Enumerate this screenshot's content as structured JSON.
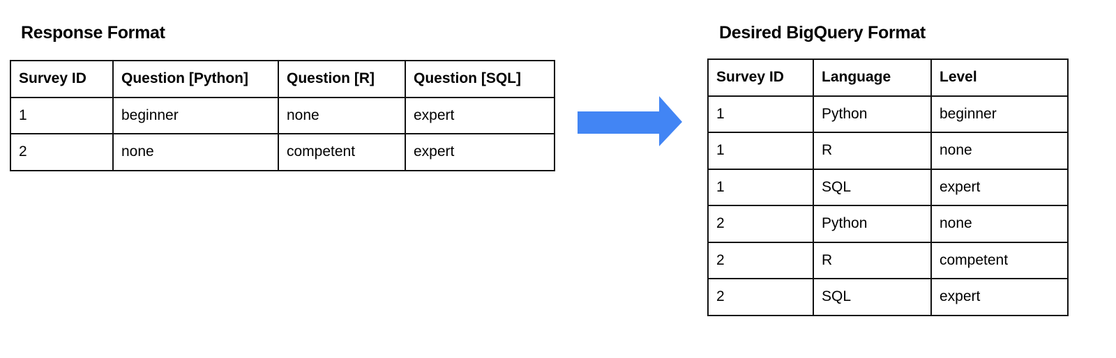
{
  "left": {
    "title": "Response Format",
    "headers": [
      "Survey ID",
      "Question [Python]",
      "Question [R]",
      "Question [SQL]"
    ],
    "rows": [
      [
        "1",
        "beginner",
        "none",
        "expert"
      ],
      [
        "2",
        "none",
        "competent",
        "expert"
      ]
    ]
  },
  "arrow": {
    "icon": "right-arrow-icon",
    "color": "#4285F4"
  },
  "right": {
    "title": "Desired BigQuery Format",
    "headers": [
      "Survey ID",
      "Language",
      "Level"
    ],
    "rows": [
      [
        "1",
        "Python",
        "beginner"
      ],
      [
        "1",
        "R",
        "none"
      ],
      [
        "1",
        "SQL",
        "expert"
      ],
      [
        "2",
        "Python",
        "none"
      ],
      [
        "2",
        "R",
        "competent"
      ],
      [
        "2",
        "SQL",
        "expert"
      ]
    ]
  }
}
